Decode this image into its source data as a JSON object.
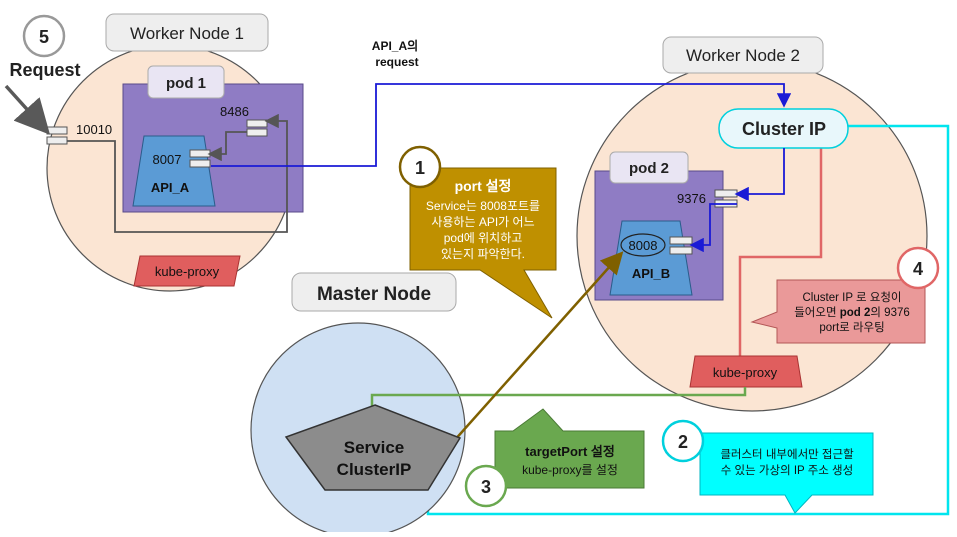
{
  "colors": {
    "node_fill": "#fbe5d3",
    "master_fill": "#cfe0f3",
    "pod_fill": "#8f7cc4",
    "label_fill": "#e9e5f3",
    "api_fill": "#5b9bd5",
    "kube_proxy_fill": "#e05e5e",
    "callout_port": "#bf9000",
    "callout_clusterip": "#00ffff",
    "callout_target": "#6aa84f",
    "callout_routing": "#ea9999",
    "service_fill": "#8c8c8c",
    "blue_line": "#1a1ad6",
    "cyan_line": "#00e5ee",
    "green_line": "#6aa84f",
    "red_line": "#e06666",
    "brown_line": "#7f6000"
  },
  "worker1": {
    "title": "Worker Node 1",
    "pod_label": "pod 1",
    "api_label": "API_A",
    "api_port": "8007",
    "pod_port": "8486",
    "node_port": "10010",
    "kube_proxy": "kube-proxy"
  },
  "worker2": {
    "title": "Worker Node 2",
    "cluster_ip": "Cluster IP",
    "pod_label": "pod 2",
    "pod_port": "9376",
    "api_port": "8008",
    "api_label": "API_B",
    "kube_proxy": "kube-proxy"
  },
  "master": {
    "title": "Master Node",
    "service_line1": "Service",
    "service_line2": "ClusterIP"
  },
  "request": {
    "step": "5",
    "label": "Request"
  },
  "api_request_label": {
    "line1": "API_A의",
    "line2": "request"
  },
  "callouts": {
    "port": {
      "step": "1",
      "title": "port 설정",
      "lines": [
        "Service는 8008포트를",
        "사용하는 API가 어느",
        "pod에 위치하고",
        "있는지 파악한다."
      ]
    },
    "clusterip": {
      "step": "2",
      "lines": [
        "클러스터 내부에서만 접근할",
        "수 있는 가상의 IP 주소 생성"
      ]
    },
    "target": {
      "step": "3",
      "title": "targetPort 설정",
      "line": "kube-proxy를 설정"
    },
    "routing": {
      "step": "4",
      "line1": "Cluster IP 로 요청이",
      "line2_pre": "들어오면 ",
      "line2_bold": "pod 2",
      "line2_post": "의 9376",
      "line3": "port로 라우팅"
    }
  }
}
